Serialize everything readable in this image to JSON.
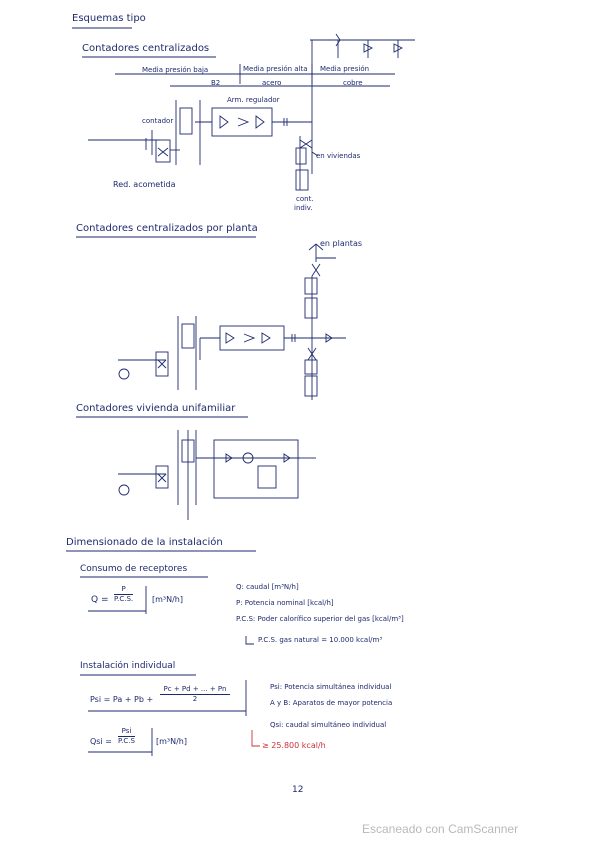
{
  "colors": {
    "ink": "#1e2a6e",
    "red_ink": "#c8323a",
    "watermark": "#b9b9b9"
  },
  "title": "Esquemas tipo",
  "s1": {
    "heading": "Contadores centralizados",
    "bar_labels": [
      "Media presión baja",
      "Media presión alta",
      "Media presión"
    ],
    "bar_sub": [
      "B2",
      "acero",
      "cobre"
    ],
    "reg_label": "Arm. regulador",
    "contador_label": "contador",
    "viv_label": "en viviendas",
    "cont_label": "cont.",
    "indiv_label": "indiv.",
    "red_label": "Red. acometida"
  },
  "s2": {
    "heading": "Contadores centralizados por planta",
    "plantas_label": "en plantas"
  },
  "s3": {
    "heading": "Contadores vivienda unifamiliar"
  },
  "dim": {
    "heading": "Dimensionado de la instalación",
    "consumo": {
      "heading": "Consumo de receptores",
      "q_lhs": "Q =",
      "q_num": "P",
      "q_den": "P.C.S.",
      "q_unit": "[m³N/h]",
      "defs": [
        "Q: caudal [m³N/h]",
        "P: Potencia nominal [kcal/h]",
        "P.C.S: Poder calorífico superior del gas [kcal/m³]"
      ],
      "pcs_note": "P.C.S. gas natural = 10.000 kcal/m³"
    },
    "individual": {
      "heading": "Instalación individual",
      "psi_lhs": "Psi = Pa + Pb +",
      "psi_num": "Pc + Pd + ... + Pn",
      "psi_den": "2",
      "qsi_lhs": "Qsi =",
      "qsi_num": "Psi",
      "qsi_den": "P.C.S",
      "qsi_unit": "[m³N/h]",
      "defs": [
        "Psi: Potencia simultánea individual",
        "A y B: Aparatos de mayor potencia",
        "Qsi: caudal simultáneo individual"
      ],
      "red_note": "≥ 25.800 kcal/h"
    }
  },
  "page_number": "12",
  "watermark": "Escaneado con CamScanner"
}
